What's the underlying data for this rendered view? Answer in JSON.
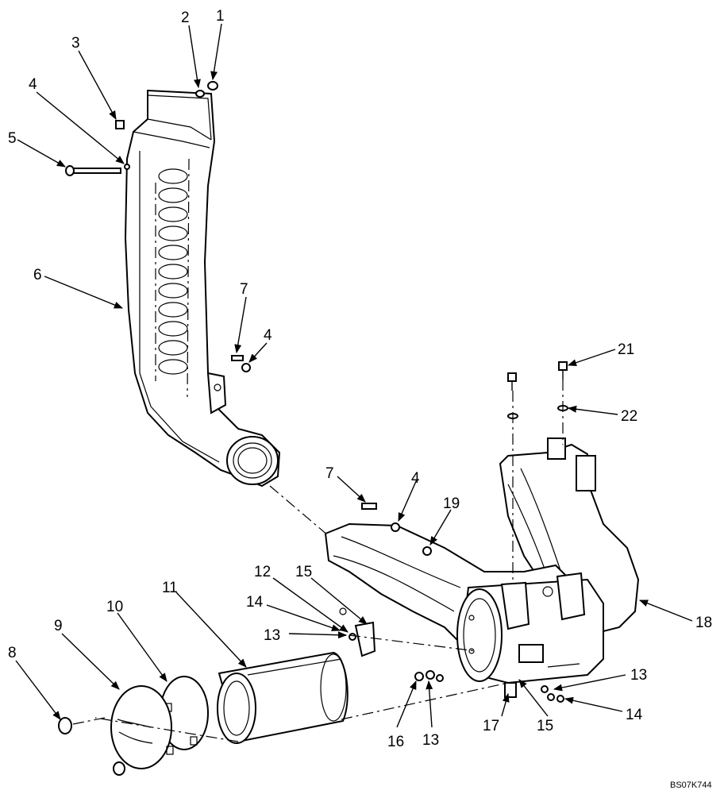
{
  "diagram": {
    "drawing_code": "BS07K744",
    "callouts": [
      "1",
      "2",
      "3",
      "4",
      "5",
      "6",
      "7",
      "4",
      "7",
      "4",
      "19",
      "21",
      "22",
      "12",
      "15",
      "14",
      "13",
      "11",
      "10",
      "9",
      "8",
      "18",
      "13",
      "14",
      "15",
      "17",
      "13",
      "16"
    ]
  }
}
